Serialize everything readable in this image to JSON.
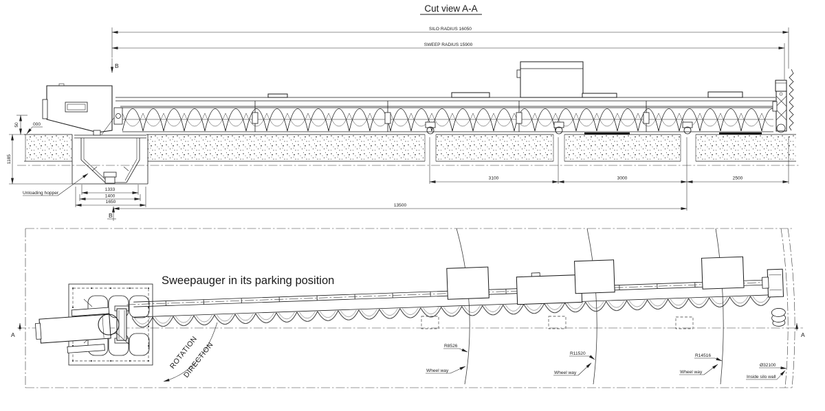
{
  "title": "Cut view A-A",
  "elevation": {
    "silo_radius": "SILO RADIUS 16050",
    "sweep_radius": "SWEEP RADIUS 15900",
    "dim_3100": "3100",
    "dim_3000": "3000",
    "dim_2500": "2500",
    "dim_13500": "13500",
    "dim_1333": "1333",
    "dim_1400": "1400",
    "dim_1650": "1650",
    "dim_1185": "1185",
    "dim_50": "50",
    "floor_level": "000",
    "unloading_hopper": "Unloading hopper",
    "section_top": "B",
    "section_bottom": "B"
  },
  "plan": {
    "caption": "Sweepauger in its parking position",
    "rotation_word1": "ROTATION",
    "rotation_word2": "DIRECTION",
    "section_left": "A",
    "section_right": "A",
    "wheelway1_radius": "R8526",
    "wheelway1_label": "Wheel way",
    "wheelway2_radius": "R11520",
    "wheelway2_label": "Wheel way",
    "wheelway3_radius": "R14516",
    "wheelway3_label": "Wheel way",
    "silo_diameter": "Ø32100",
    "silo_wall_label": "Inside silo wall"
  },
  "colors": {
    "line": "#1a1a1a",
    "dim": "#222222",
    "background": "#ffffff"
  }
}
